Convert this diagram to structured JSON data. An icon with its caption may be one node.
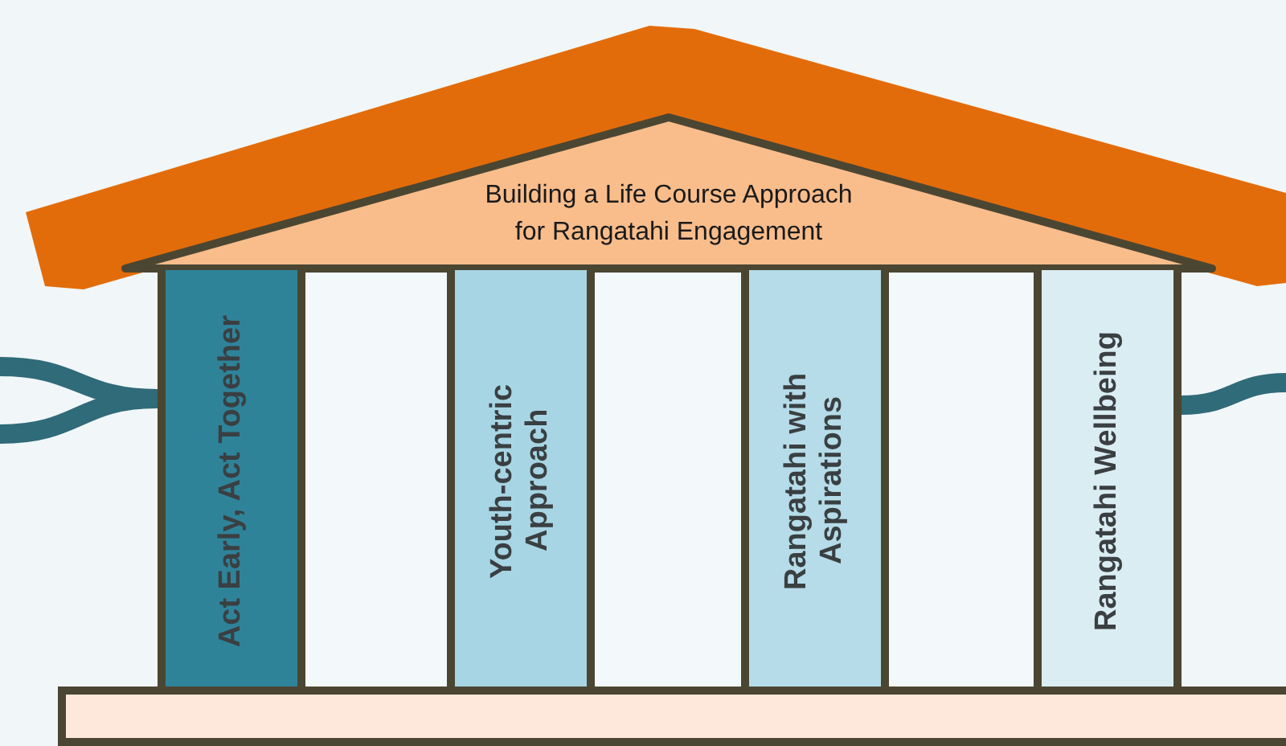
{
  "diagram": {
    "nodes": [
      {
        "text": [
          "Building a Life Course Approach for Rangatahi Engagement"
        ]
      },
      {
        "text": [
          "Act Early, Act Together"
        ]
      },
      {
        "text": [
          "Youth-centric Approach"
        ]
      },
      {
        "text": [
          "Rangatahi with Aspirations"
        ]
      },
      {
        "text": [
          "Rangatahi Wellbeing"
        ]
      },
      {
        "text": [],
        "shape": "bar"
      }
    ],
    "edges": [
      {
        "from": null,
        "to": 1,
        "arrow": "none"
      },
      {
        "from": null,
        "to": 1,
        "arrow": "none"
      },
      {
        "from": 4,
        "to": null,
        "arrow": "none"
      }
    ]
  }
}
